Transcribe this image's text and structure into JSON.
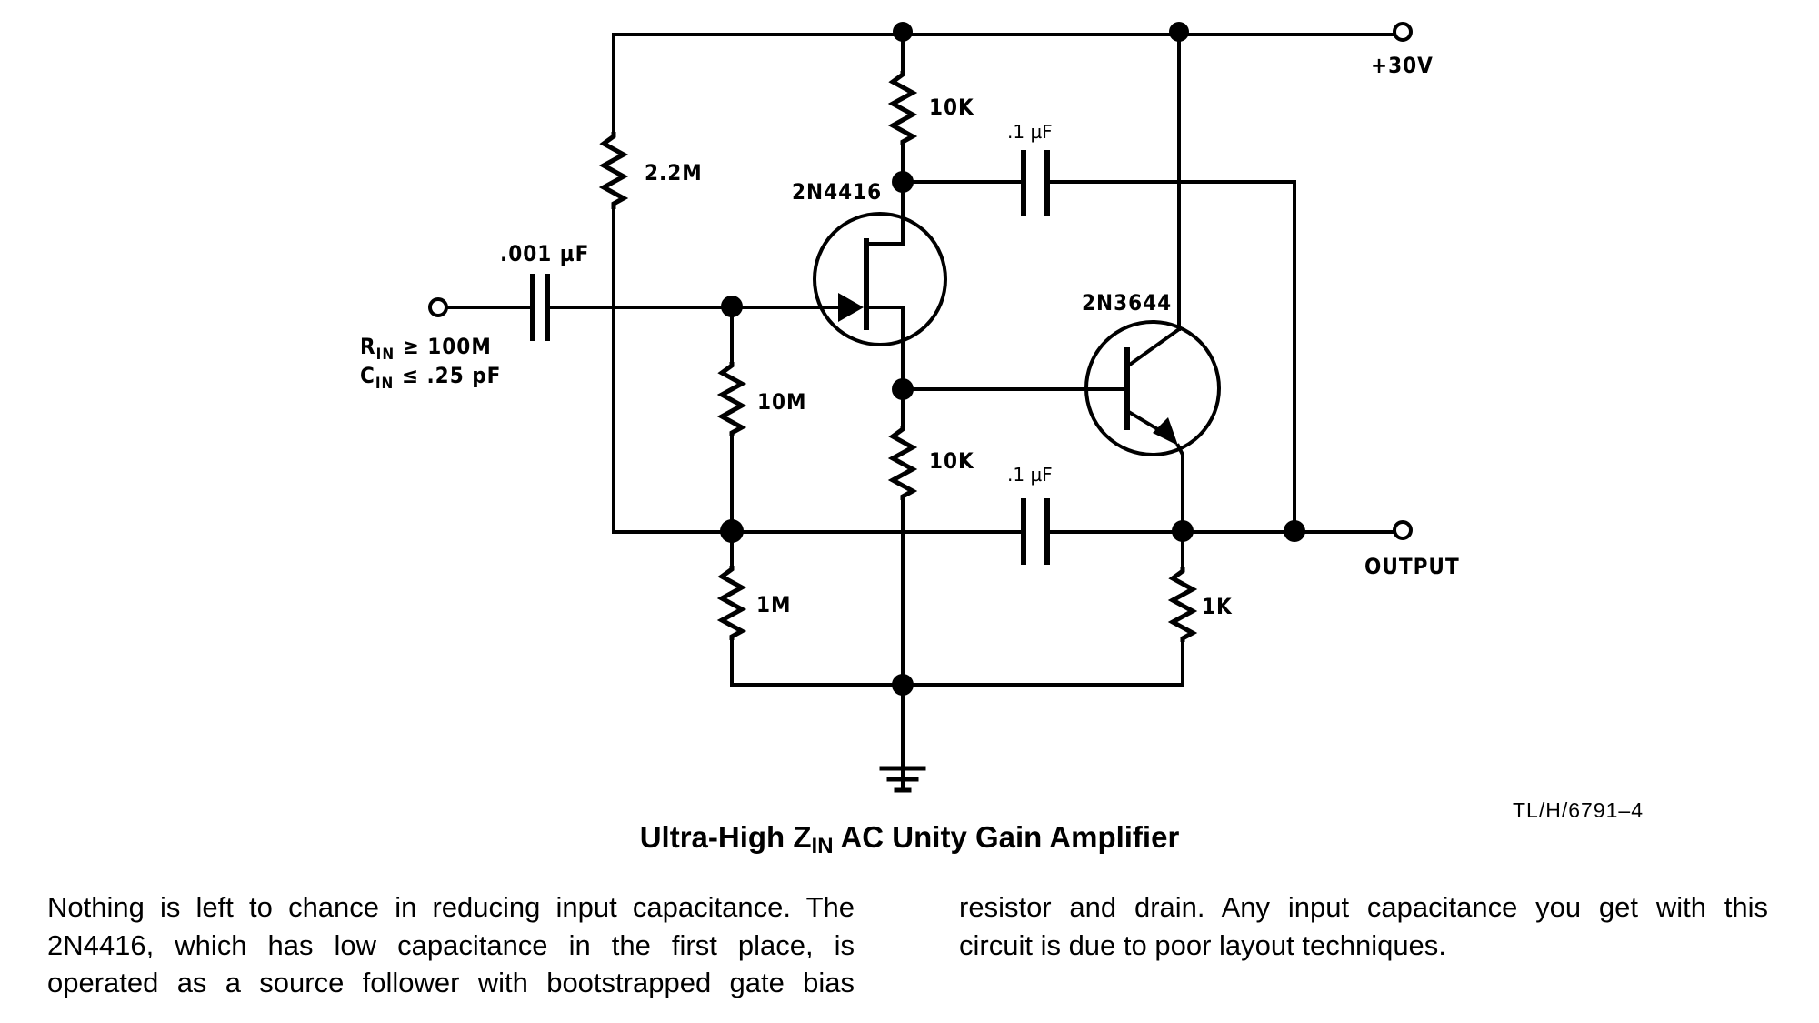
{
  "diagram": {
    "labels": {
      "r_2_2m": "2.2M",
      "r_10k_top": "10K",
      "r_10m": "10M",
      "r_10k_bottom": "10K",
      "r_1m": "1M",
      "r_1k": "1K",
      "c_input": ".001 µF",
      "c_top": ".1 µF",
      "c_bottom": ".1 µF",
      "fet": "2N4416",
      "bjt": "2N3644",
      "supply": "+30V",
      "output": "OUTPUT",
      "rin_main": "R",
      "rin_sub": "IN",
      "rin_rest": " ≥ 100M",
      "cin_main": "C",
      "cin_sub": "IN",
      "cin_rest": " ≤ .25 pF",
      "ref_code": "TL/H/6791–4"
    }
  },
  "caption": {
    "before": "Ultra-High Z",
    "sub": "IN",
    "after": " AC Unity Gain Amplifier"
  },
  "body_text": {
    "left_lines": [
      "Nothing is left to chance in reducing input capacitance. The",
      "2N4416, which has low capacitance in the first place, is",
      "operated as a source follower with bootstrapped gate bias"
    ],
    "right_lines": [
      "resistor and drain. Any input capacitance you get with this",
      "circuit is due to poor layout techniques."
    ]
  }
}
